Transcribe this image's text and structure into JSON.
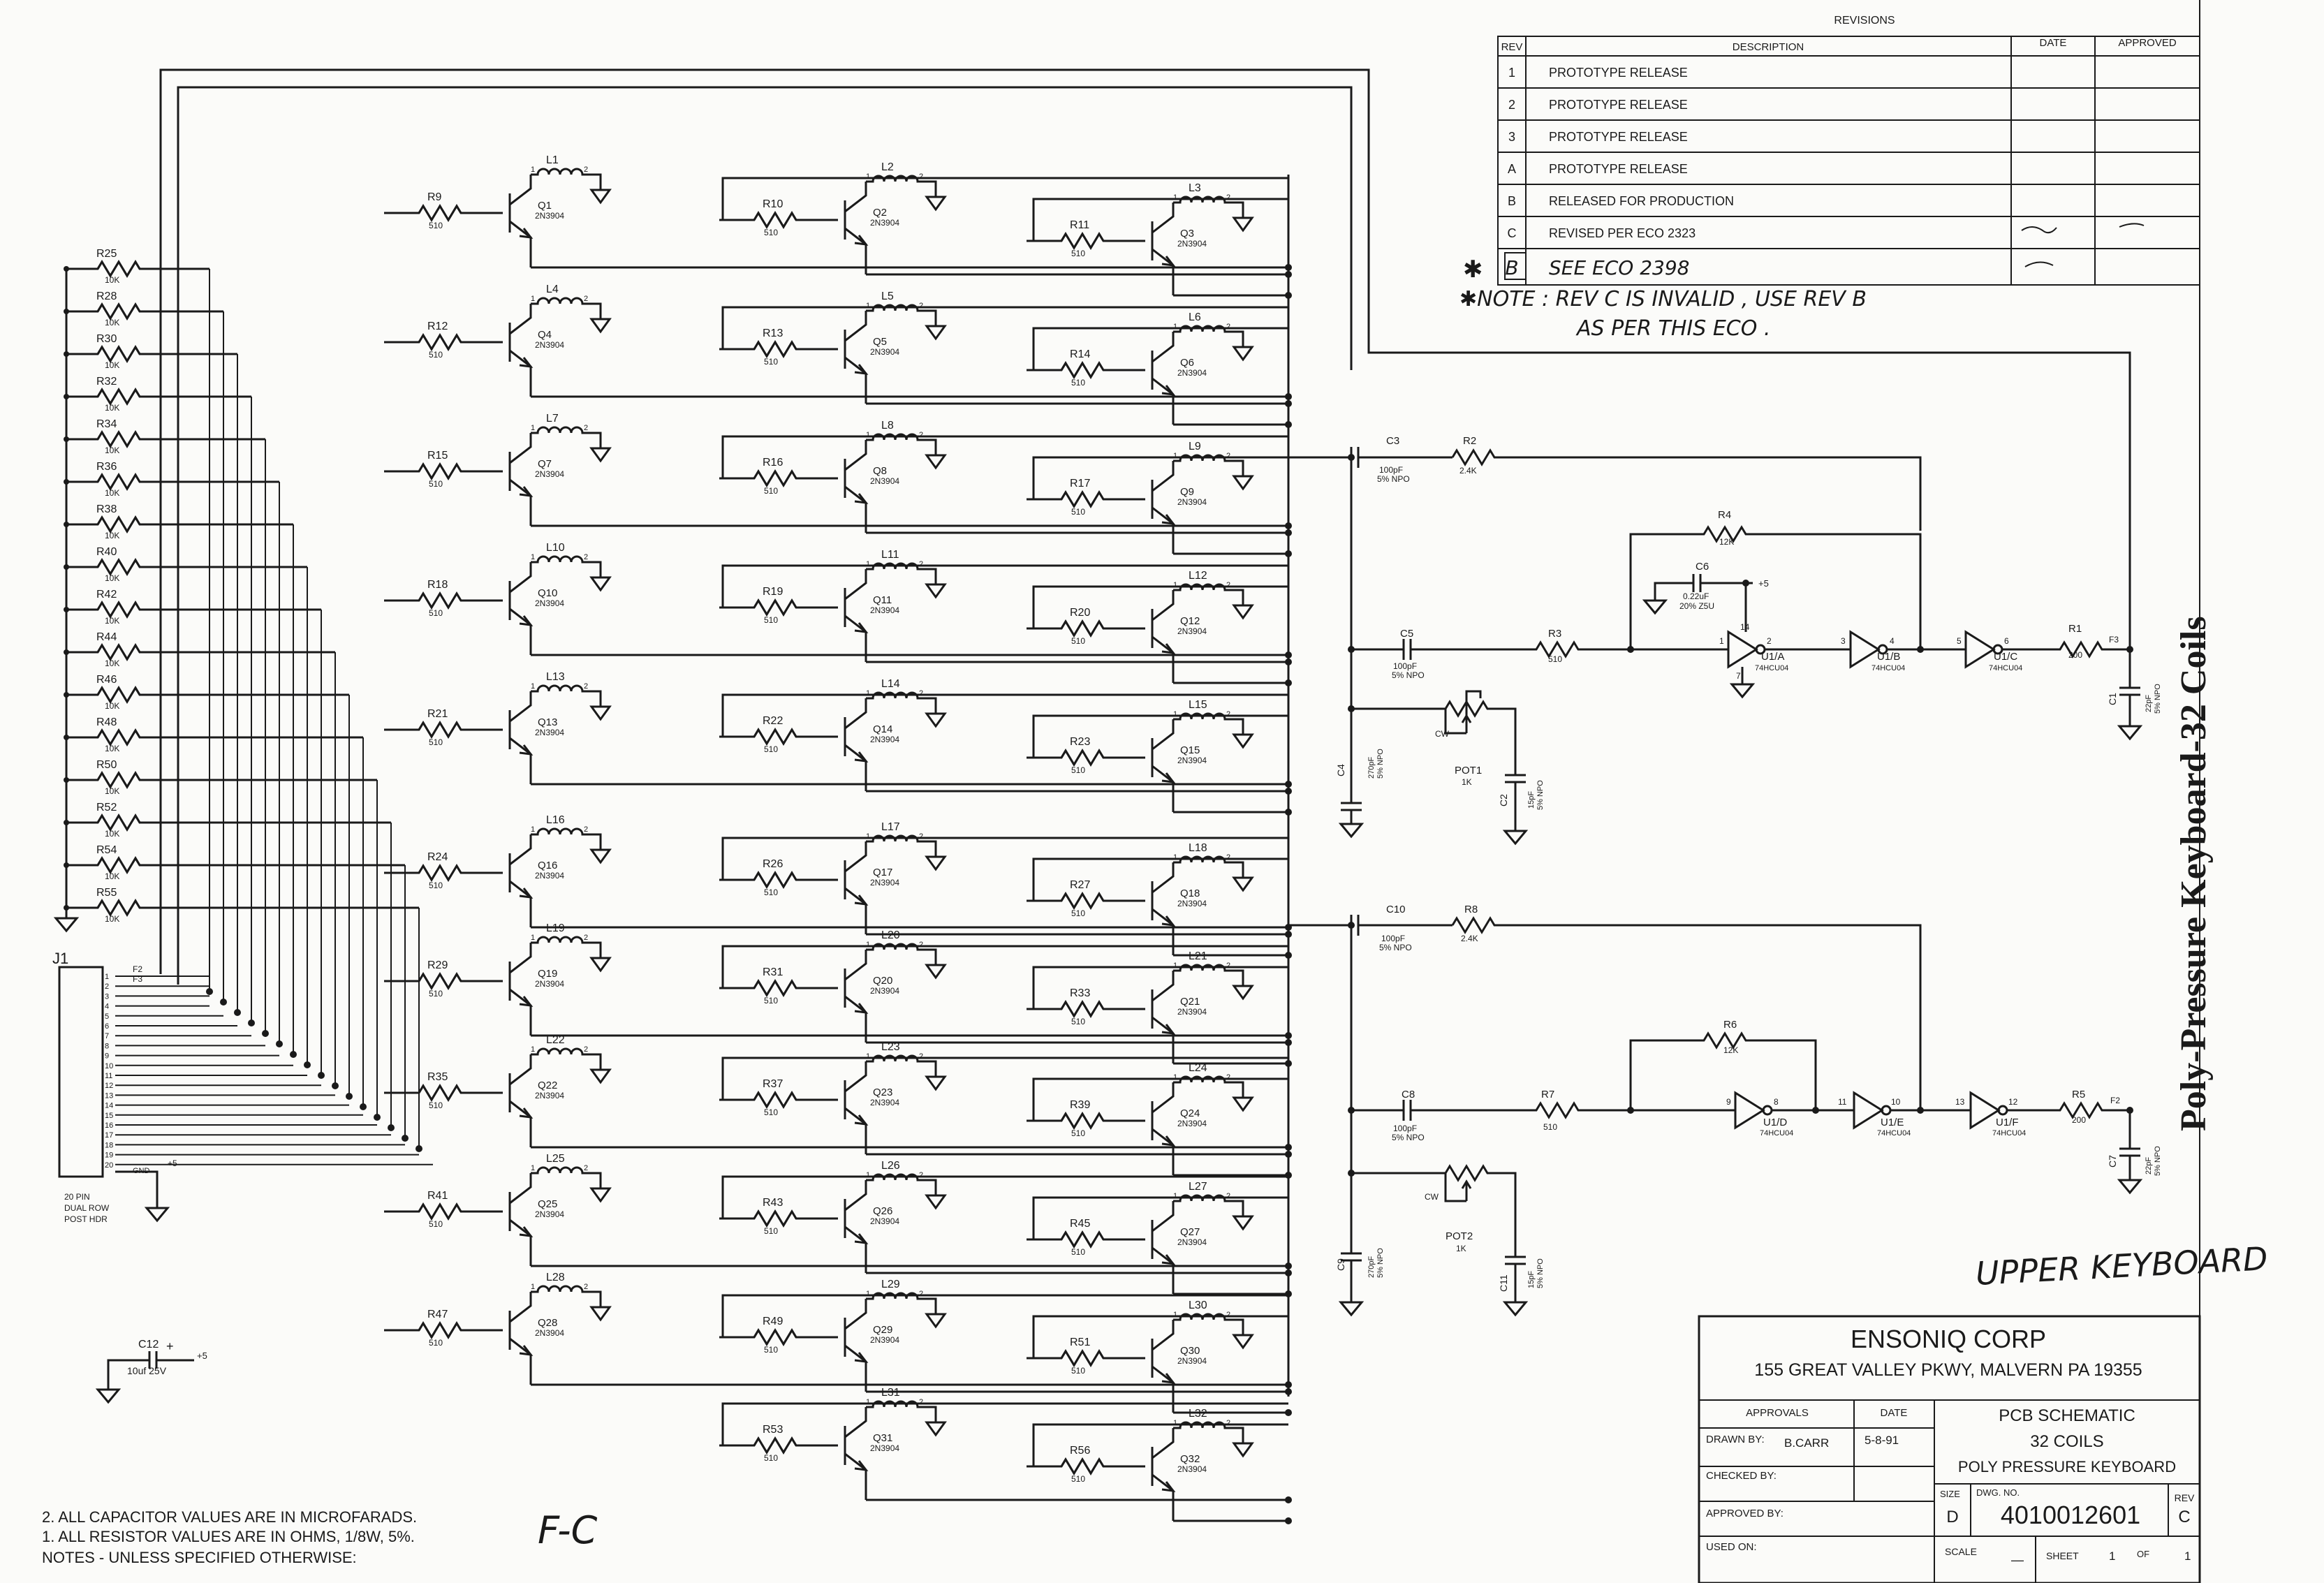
{
  "revisions": {
    "title": "REVISIONS",
    "headers": [
      "REV",
      "DESCRIPTION",
      "DATE",
      "APPROVED"
    ],
    "rows": [
      {
        "rev": "1",
        "desc": "PROTOTYPE RELEASE",
        "date": "",
        "approved": ""
      },
      {
        "rev": "2",
        "desc": "PROTOTYPE RELEASE",
        "date": "",
        "approved": ""
      },
      {
        "rev": "3",
        "desc": "PROTOTYPE RELEASE",
        "date": "",
        "approved": ""
      },
      {
        "rev": "A",
        "desc": "PROTOTYPE RELEASE",
        "date": "",
        "approved": ""
      },
      {
        "rev": "B",
        "desc": "RELEASED FOR PRODUCTION",
        "date": "",
        "approved": ""
      },
      {
        "rev": "C",
        "desc": "REVISED PER ECO 2323",
        "date": "",
        "approved": ""
      },
      {
        "rev": "B",
        "desc": "SEE ECO 2398",
        "date": "",
        "approved": ""
      }
    ],
    "star_mark": "✱",
    "note_line1": "✱NOTE : REV C IS INVALID , USE REV B",
    "note_line2": "AS PER THIS ECO ."
  },
  "side_title": "Poly-Pressure Keyboard-32 Coils",
  "handwritten": {
    "upper_keyboard": "UPPER KEYBOARD",
    "fc": "F-C"
  },
  "coil_array": {
    "cells": [
      {
        "r": "R9",
        "q": "Q1",
        "l": "L1"
      },
      {
        "r": "R10",
        "q": "Q2",
        "l": "L2"
      },
      {
        "r": "R11",
        "q": "Q3",
        "l": "L3"
      },
      {
        "r": "R12",
        "q": "Q4",
        "l": "L4"
      },
      {
        "r": "R13",
        "q": "Q5",
        "l": "L5"
      },
      {
        "r": "R14",
        "q": "Q6",
        "l": "L6"
      },
      {
        "r": "R15",
        "q": "Q7",
        "l": "L7"
      },
      {
        "r": "R16",
        "q": "Q8",
        "l": "L8"
      },
      {
        "r": "R17",
        "q": "Q9",
        "l": "L9"
      },
      {
        "r": "R18",
        "q": "Q10",
        "l": "L10"
      },
      {
        "r": "R19",
        "q": "Q11",
        "l": "L11"
      },
      {
        "r": "R20",
        "q": "Q12",
        "l": "L12"
      },
      {
        "r": "R21",
        "q": "Q13",
        "l": "L13"
      },
      {
        "r": "R22",
        "q": "Q14",
        "l": "L14"
      },
      {
        "r": "R23",
        "q": "Q15",
        "l": "L15"
      },
      {
        "r": "R24",
        "q": "Q16",
        "l": "L16"
      },
      {
        "r": "R26",
        "q": "Q17",
        "l": "L17"
      },
      {
        "r": "R27",
        "q": "Q18",
        "l": "L18"
      },
      {
        "r": "R29",
        "q": "Q19",
        "l": "L19"
      },
      {
        "r": "R31",
        "q": "Q20",
        "l": "L20"
      },
      {
        "r": "R33",
        "q": "Q21",
        "l": "L21"
      },
      {
        "r": "R35",
        "q": "Q22",
        "l": "L22"
      },
      {
        "r": "R37",
        "q": "Q23",
        "l": "L23"
      },
      {
        "r": "R39",
        "q": "Q24",
        "l": "L24"
      },
      {
        "r": "R41",
        "q": "Q25",
        "l": "L25"
      },
      {
        "r": "R43",
        "q": "Q26",
        "l": "L26"
      },
      {
        "r": "R45",
        "q": "Q27",
        "l": "L27"
      },
      {
        "r": "R47",
        "q": "Q28",
        "l": "L28"
      },
      {
        "r": "R49",
        "q": "Q29",
        "l": "L29"
      },
      {
        "r": "R51",
        "q": "Q30",
        "l": "L30"
      },
      null,
      {
        "r": "R53",
        "q": "Q31",
        "l": "L31"
      },
      {
        "r": "R56",
        "q": "Q32",
        "l": "L32"
      }
    ],
    "resistor_value": "510",
    "transistor_part": "2N3904",
    "coil_pin_1": "1",
    "coil_pin_2": "2"
  },
  "pullups": {
    "labels": [
      "R25",
      "R28",
      "R30",
      "R32",
      "R34",
      "R36",
      "R38",
      "R40",
      "R42",
      "R44",
      "R46",
      "R48",
      "R50",
      "R52",
      "R54",
      "R55"
    ],
    "value": "10K"
  },
  "connector": {
    "ref": "J1",
    "pins": [
      "1",
      "2",
      "3",
      "4",
      "5",
      "6",
      "7",
      "8",
      "9",
      "10",
      "11",
      "12",
      "13",
      "14",
      "15",
      "16",
      "17",
      "18",
      "19",
      "20"
    ],
    "f2": "F2",
    "f3": "F3",
    "gnd": "GND",
    "plus5": "+5",
    "desc1": "20 PIN",
    "desc2": "DUAL ROW",
    "desc3": "POST HDR"
  },
  "c12": {
    "ref": "C12",
    "value": "10uf 25V",
    "plus": "+",
    "supply": "+5"
  },
  "upper_circuit": {
    "c3": "C3",
    "c3v": "100pF",
    "c3d": "5% NPO",
    "r2": "R2",
    "r2v": "2.4K",
    "r4": "R4",
    "r4v": "12K",
    "c6": "C6",
    "c6v": "0.22uF",
    "c6d": "20% Z5U",
    "c6s": "+5",
    "c5": "C5",
    "c5v": "100pF",
    "c5d": "5% NPO",
    "r3": "R3",
    "r3v": "510",
    "u1a": "U1/A",
    "u1b": "U1/B",
    "u1c": "U1/C",
    "part": "74HCU04",
    "pin14": "14",
    "pin1": "1",
    "pin2": "2",
    "pin3": "3",
    "pin4": "4",
    "pin5": "5",
    "pin6": "6",
    "pin7": "7",
    "r1": "R1",
    "r1v": "200",
    "f3": "F3",
    "c1": "C1",
    "c1v": "22pF",
    "c1d": "5% NPO",
    "c4": "C4",
    "c4v": "270pF",
    "c4d": "5% NPO",
    "cw": "CW",
    "pot": "POT1",
    "potv": "1K",
    "c2": "C2",
    "c2v": "15pF",
    "c2d": "5% NPO"
  },
  "lower_circuit": {
    "c10": "C10",
    "c10v": "100pF",
    "c10d": "5% NPO",
    "r8": "R8",
    "r8v": "2.4K",
    "r6": "R6",
    "r6v": "12K",
    "c8": "C8",
    "c8v": "100pF",
    "c8d": "5% NPO",
    "r7": "R7",
    "r7v": "510",
    "u1d": "U1/D",
    "u1e": "U1/E",
    "u1f": "U1/F",
    "part": "74HCU04",
    "pin9": "9",
    "pin8": "8",
    "pin11": "11",
    "pin10": "10",
    "pin13": "13",
    "pin12": "12",
    "r5": "R5",
    "r5v": "200",
    "f2": "F2",
    "c7": "C7",
    "c7v": "22pF",
    "c7d": "5% NPO",
    "c9": "C9",
    "c9v": "270pF",
    "c9d": "5% NPO",
    "cw": "CW",
    "pot": "POT2",
    "potv": "1K",
    "c11": "C11",
    "c11v": "15pF",
    "c11d": "5% NPO"
  },
  "title_block": {
    "company": "ENSONIQ CORP",
    "address": "155 GREAT VALLEY PKWY, MALVERN PA  19355",
    "approvals": "APPROVALS",
    "date_h": "DATE",
    "drawn_by": "DRAWN BY:",
    "drawn_name": "B.CARR",
    "drawn_date": "5-8-91",
    "checked_by": "CHECKED BY:",
    "approved_by": "APPROVED BY:",
    "used_on": "USED ON:",
    "title1": "PCB SCHEMATIC",
    "title2": "32 COILS",
    "title3": "POLY PRESSURE KEYBOARD",
    "size_h": "SIZE",
    "size": "D",
    "dwg_h": "DWG. NO.",
    "dwg": "4010012601",
    "rev_h": "REV",
    "rev": "C",
    "scale": "SCALE",
    "scale_v": "—",
    "sheet": "SHEET",
    "sheet_n": "1",
    "of": "OF",
    "sheet_total": "1"
  },
  "notes": {
    "n2": "2. ALL CAPACITOR VALUES ARE IN MICROFARADS.",
    "n1": "1. ALL RESISTOR VALUES ARE IN OHMS, 1/8W, 5%.",
    "head": "NOTES - UNLESS SPECIFIED OTHERWISE:"
  }
}
